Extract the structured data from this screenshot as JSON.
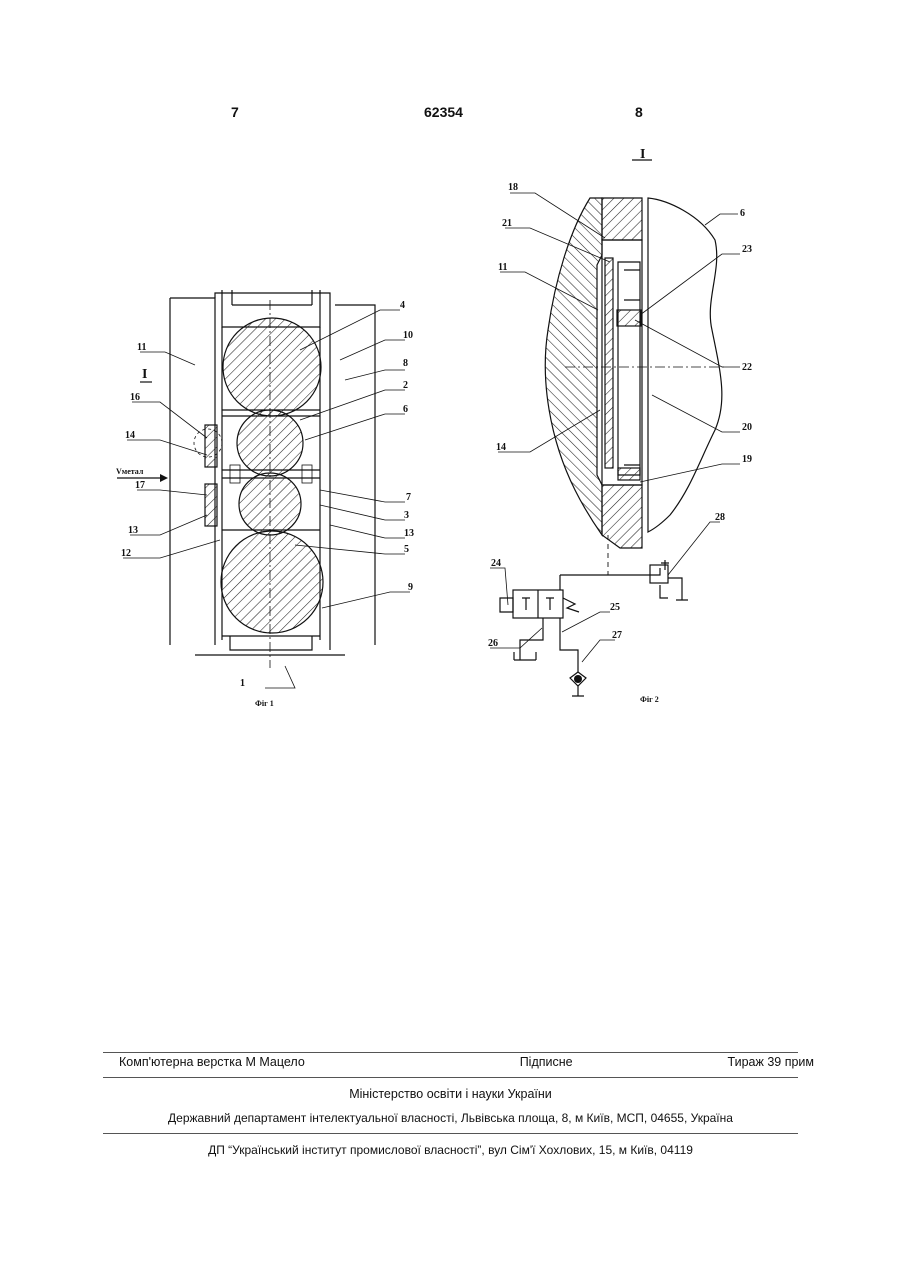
{
  "header": {
    "left_page": "7",
    "patent_number": "62354",
    "right_page": "8"
  },
  "fig1": {
    "caption": "Фіг 1",
    "section_mark": "I",
    "arrow_label": "Vметал",
    "labels": [
      "11",
      "16",
      "14",
      "17",
      "13",
      "12",
      "4",
      "10",
      "8",
      "2",
      "6",
      "7",
      "3",
      "13",
      "5",
      "9",
      "1"
    ]
  },
  "fig2": {
    "caption": "Фіг 2",
    "section_mark": "I",
    "labels": [
      "18",
      "21",
      "11",
      "14",
      "6",
      "23",
      "22",
      "20",
      "19",
      "24",
      "28",
      "25",
      "26",
      "27"
    ]
  },
  "footer": {
    "typesetting": "Комп'ютерна верстка М  Мацело",
    "signed": "Підписне",
    "circulation": "Тираж 39 прим",
    "ministry": "Міністерство освіти і науки України",
    "department": "Державний департамент інтелектуальної власності, Львівська площа, 8, м  Київ, МСП, 04655, Україна",
    "institute": "ДП “Український інститут промислової власності”, вул  Сім'ї Хохлових, 15, м  Київ, 04119"
  }
}
